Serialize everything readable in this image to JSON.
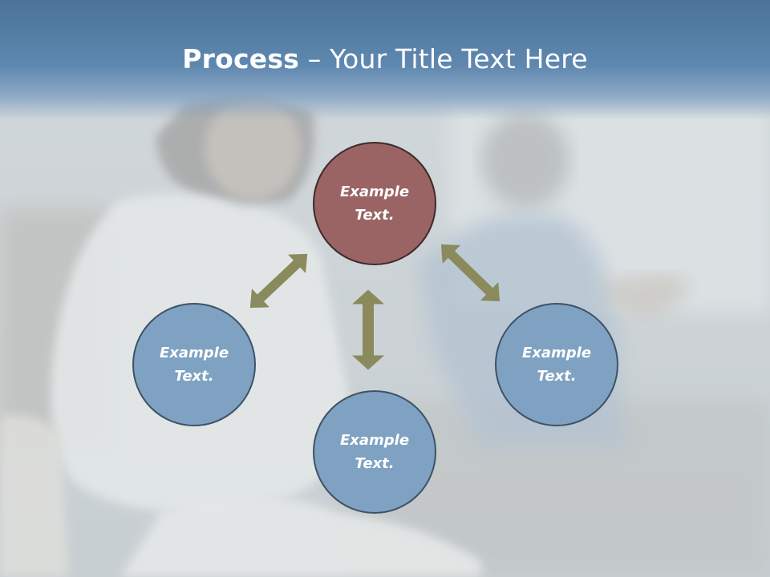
{
  "slide": {
    "title_strong": "Process",
    "title_rest": " – Your Title Text Here"
  },
  "nodes": {
    "top": {
      "line1": "Example",
      "line2": "Text."
    },
    "left": {
      "line1": "Example",
      "line2": "Text."
    },
    "right": {
      "line1": "Example",
      "line2": "Text."
    },
    "bottom": {
      "line1": "Example",
      "line2": "Text."
    }
  },
  "colors": {
    "header": "#5f88b0",
    "circle_blue": "#7fa2c2",
    "circle_red": "#9b6464",
    "arrow": "#8a8a5c"
  }
}
